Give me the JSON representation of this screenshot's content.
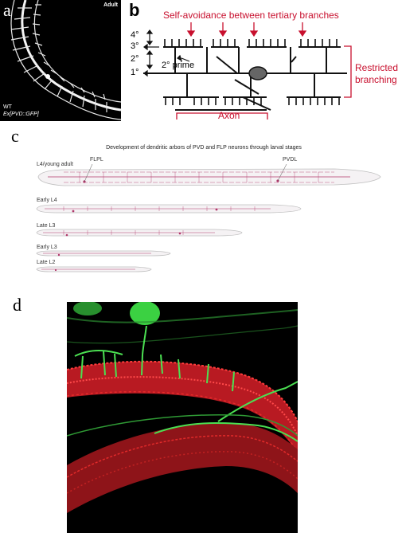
{
  "panel_a": {
    "label": "a",
    "stage": "Adult",
    "genotype": "WT",
    "transgene": "Ex[PVD::GFP]"
  },
  "panel_b": {
    "label": "b",
    "title": "Self-avoidance between tertiary branches",
    "orders": [
      "4°",
      "3°",
      "2°",
      "1°"
    ],
    "prime_label": "2° prime",
    "axon_label": "Axon",
    "restricted_label_1": "Restricted",
    "restricted_label_2": "branching",
    "colors": {
      "accent": "#c8102e",
      "ink": "#111111",
      "soma": "#666666"
    }
  },
  "panel_c": {
    "label": "c",
    "title": "Development of dendritic arbors of PVD and FLP neurons through larval stages",
    "neuron_left": "FLPL",
    "neuron_right": "PVDL",
    "stages": [
      "L4/young adult",
      "Early L4",
      "Late L3",
      "Early L3",
      "Late L2"
    ],
    "colors": {
      "arbor": "#b0386b",
      "body": "#bfbfbf"
    }
  },
  "panel_d": {
    "label": "d",
    "colors": {
      "muscle": "#d0202a",
      "neuron": "#39d040"
    }
  }
}
